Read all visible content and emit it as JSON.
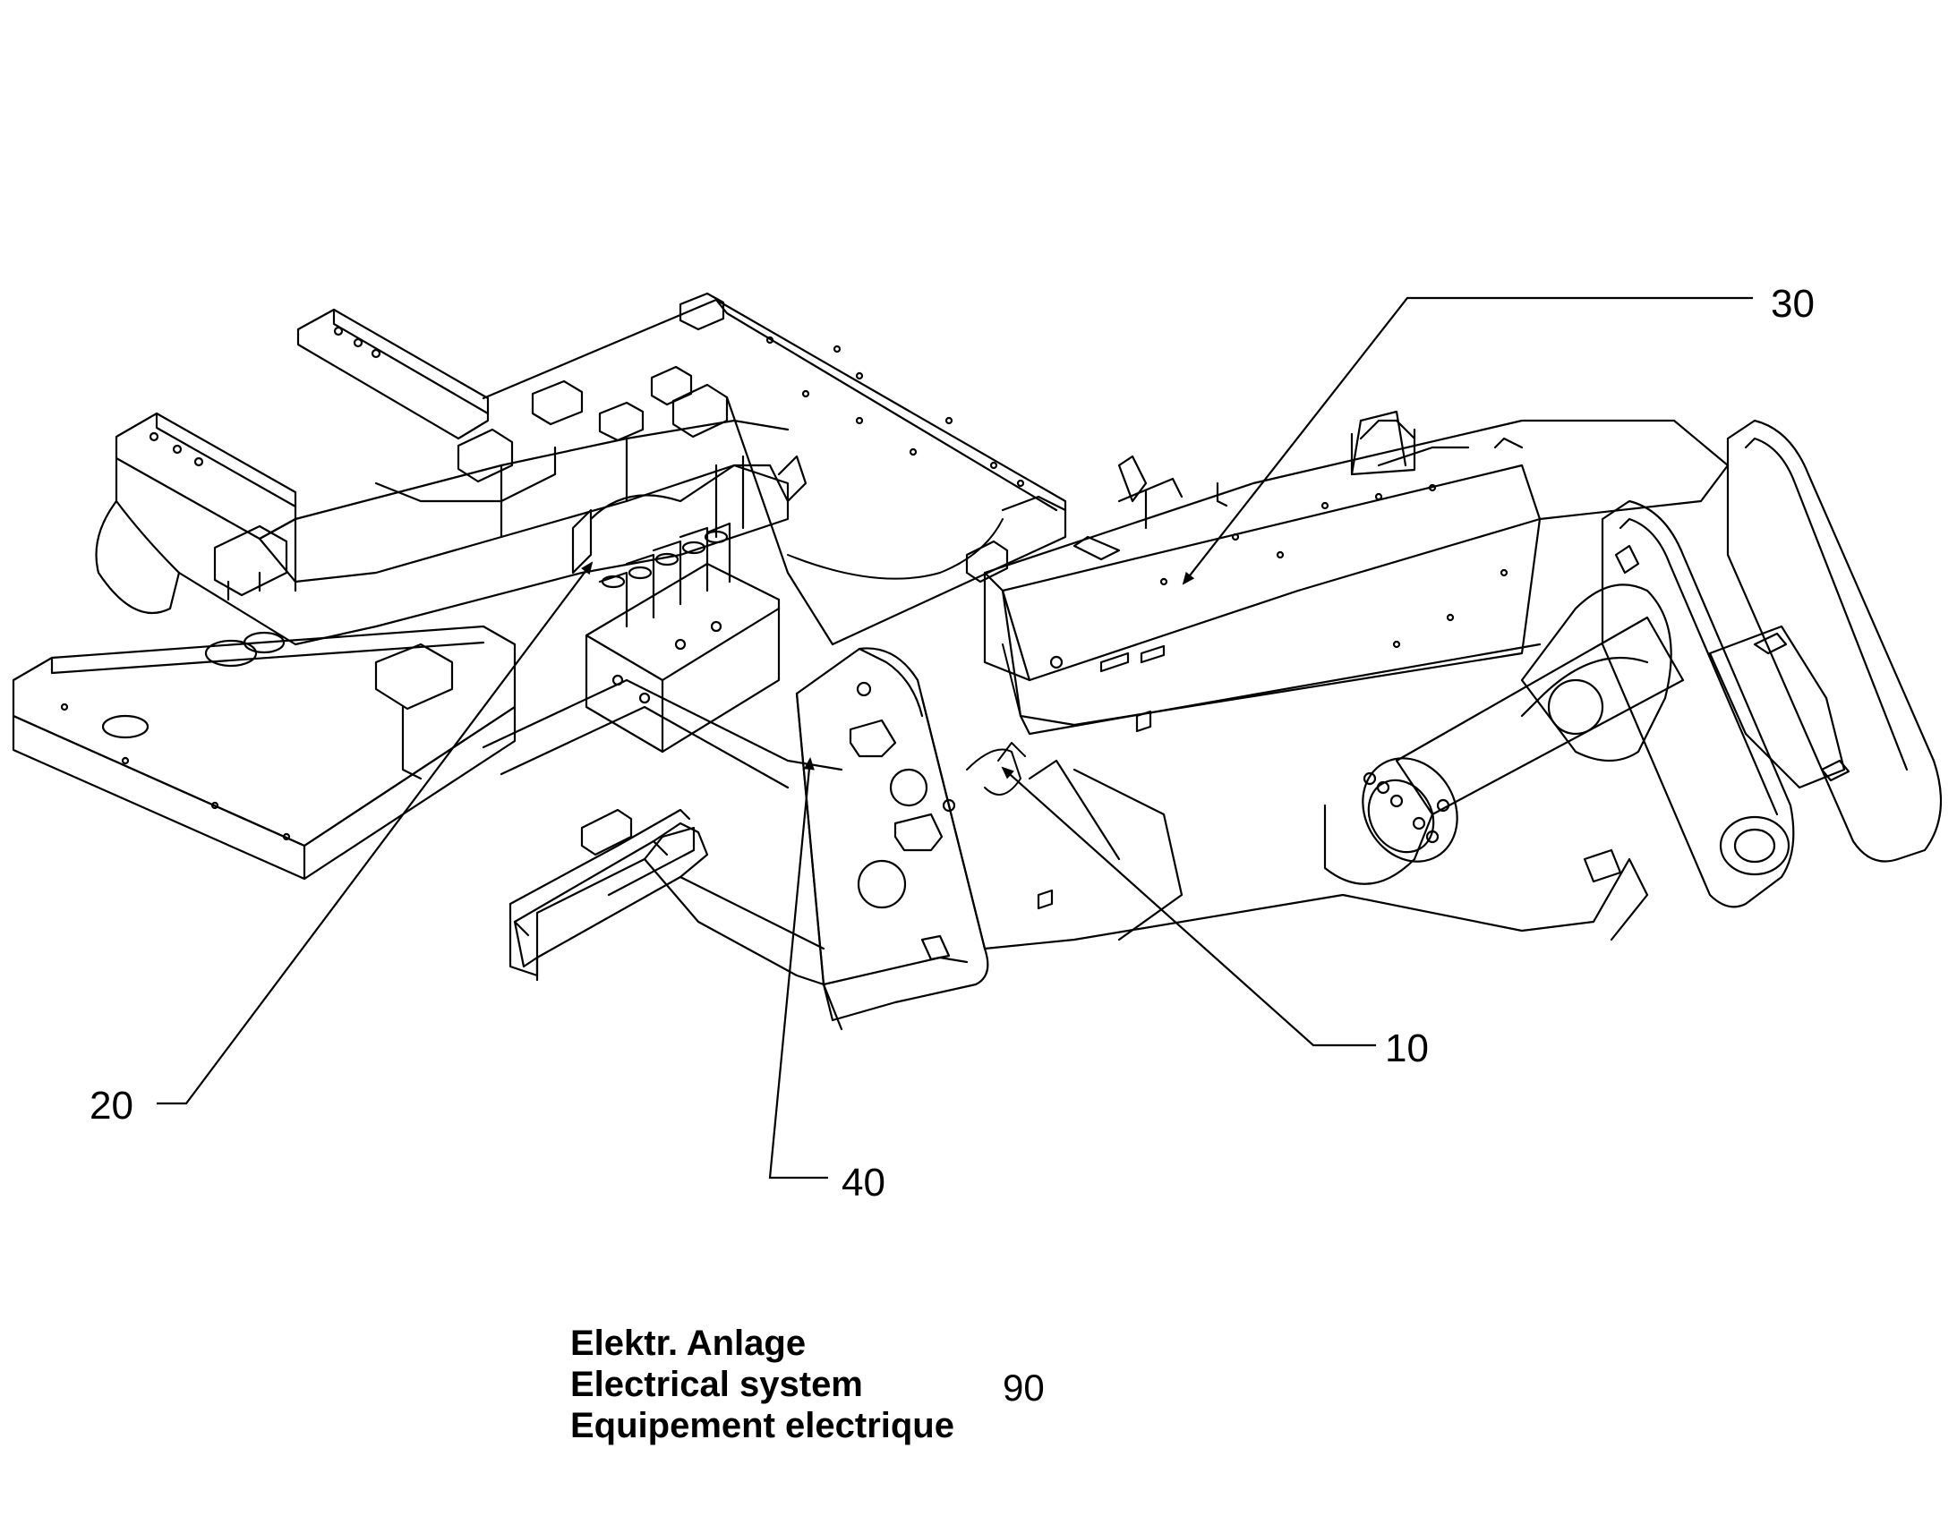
{
  "callouts": {
    "c10": "10",
    "c20": "20",
    "c30": "30",
    "c40": "40"
  },
  "title": {
    "line_de": "Elektr. Anlage",
    "line_en": "Electrical system",
    "line_fr": "Equipement electrique"
  },
  "group_number": "90",
  "colors": {
    "line": "#000000",
    "background": "#ffffff"
  }
}
